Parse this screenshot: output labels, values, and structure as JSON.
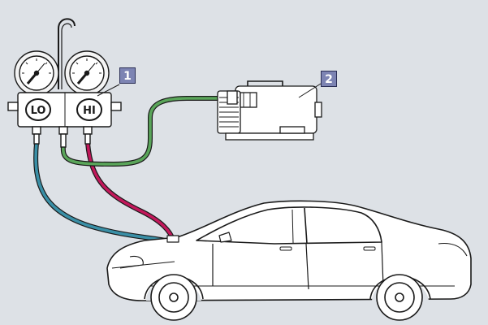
{
  "manifold_gauge": {
    "low_label": "LO",
    "high_label": "HI",
    "callout": "1"
  },
  "vacuum_pump": {
    "callout": "2"
  },
  "colors": {
    "background": "#dde1e6",
    "low_hose": "#3a8fa6",
    "high_hose": "#c2185b",
    "vacuum_hose": "#5aa55a",
    "callout_fill": "#7d84b3",
    "outline": "#1a1a1a"
  }
}
